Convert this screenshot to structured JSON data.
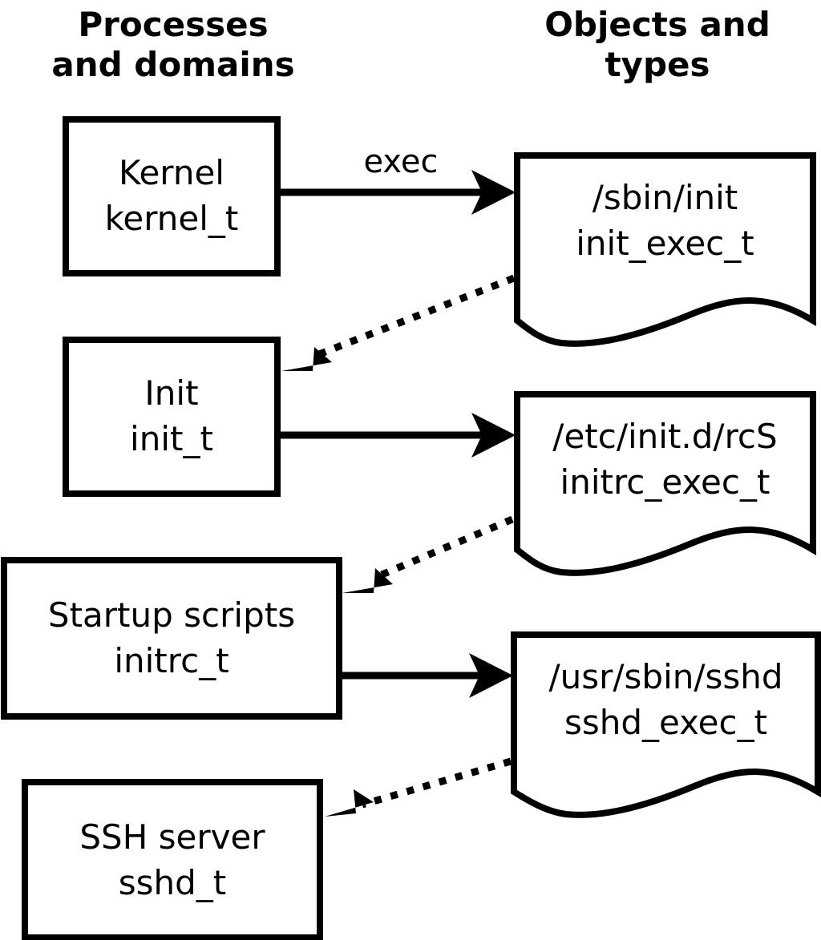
{
  "columns": {
    "left": {
      "title": "Processes\nand domains"
    },
    "right": {
      "title": "Objects and\ntypes"
    }
  },
  "processes": [
    {
      "id": "kernel",
      "name": "Kernel",
      "type": "kernel_t",
      "label": "Kernel\nkernel_t"
    },
    {
      "id": "init",
      "name": "Init",
      "type": "init_t",
      "label": "Init\ninit_t"
    },
    {
      "id": "initrc",
      "name": "Startup scripts",
      "type": "initrc_t",
      "label": "Startup scripts\ninitrc_t"
    },
    {
      "id": "sshd",
      "name": "SSH server",
      "type": "sshd_t",
      "label": "SSH server\nsshd_t"
    }
  ],
  "objects": [
    {
      "id": "init-exec",
      "path": "/sbin/init",
      "type": "init_exec_t",
      "label": "/sbin/init\ninit_exec_t"
    },
    {
      "id": "initrc-exec",
      "path": "/etc/init.d/rcS",
      "type": "initrc_exec_t",
      "label": "/etc/init.d/rcS\ninitrc_exec_t"
    },
    {
      "id": "sshd-exec",
      "path": "/usr/sbin/sshd",
      "type": "sshd_exec_t",
      "label": "/usr/sbin/sshd\nsshd_exec_t"
    }
  ],
  "edges": [
    {
      "id": "kernel-exec-init",
      "from": "kernel",
      "to": "init-exec",
      "style": "solid",
      "label": "exec"
    },
    {
      "id": "initexec-transition",
      "from": "init-exec",
      "to": "init",
      "style": "dotted",
      "label": ""
    },
    {
      "id": "init-exec-initrc",
      "from": "init",
      "to": "initrc-exec",
      "style": "solid",
      "label": ""
    },
    {
      "id": "initrcexec-transition",
      "from": "initrc-exec",
      "to": "initrc",
      "style": "dotted",
      "label": ""
    },
    {
      "id": "initrc-exec-sshd",
      "from": "initrc",
      "to": "sshd-exec",
      "style": "solid",
      "label": ""
    },
    {
      "id": "sshdexec-transition",
      "from": "sshd-exec",
      "to": "sshd",
      "style": "dotted",
      "label": ""
    }
  ],
  "colors": {
    "background": "#ffffff",
    "stroke": "#000000",
    "text": "#000000"
  }
}
